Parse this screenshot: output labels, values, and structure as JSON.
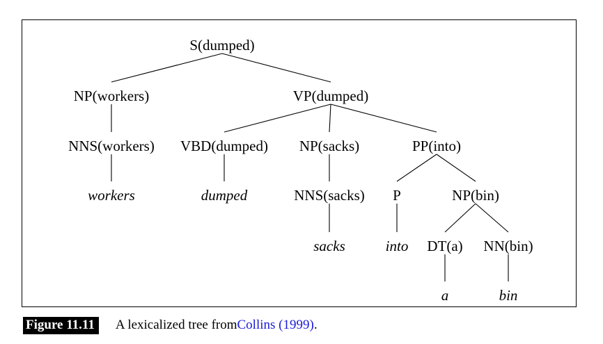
{
  "tree": {
    "nodes": [
      {
        "id": "S",
        "label": "S(dumped)",
        "kind": "phrase"
      },
      {
        "id": "NP1",
        "label": "NP(workers)",
        "kind": "phrase"
      },
      {
        "id": "VP",
        "label": "VP(dumped)",
        "kind": "phrase"
      },
      {
        "id": "NNS1",
        "label": "NNS(workers)",
        "kind": "phrase"
      },
      {
        "id": "VBD",
        "label": "VBD(dumped)",
        "kind": "phrase"
      },
      {
        "id": "NP2",
        "label": "NP(sacks)",
        "kind": "phrase"
      },
      {
        "id": "PP",
        "label": "PP(into)",
        "kind": "phrase"
      },
      {
        "id": "w_workers",
        "label": "workers",
        "kind": "word"
      },
      {
        "id": "w_dumped",
        "label": "dumped",
        "kind": "word"
      },
      {
        "id": "NNS2",
        "label": "NNS(sacks)",
        "kind": "phrase"
      },
      {
        "id": "P",
        "label": "P",
        "kind": "phrase"
      },
      {
        "id": "NP3",
        "label": "NP(bin)",
        "kind": "phrase"
      },
      {
        "id": "w_sacks",
        "label": "sacks",
        "kind": "word"
      },
      {
        "id": "w_into",
        "label": "into",
        "kind": "word"
      },
      {
        "id": "DT",
        "label": "DT(a)",
        "kind": "phrase"
      },
      {
        "id": "NN",
        "label": "NN(bin)",
        "kind": "phrase"
      },
      {
        "id": "w_a",
        "label": "a",
        "kind": "word"
      },
      {
        "id": "w_bin",
        "label": "bin",
        "kind": "word"
      }
    ],
    "edges": [
      [
        "S",
        "NP1"
      ],
      [
        "S",
        "VP"
      ],
      [
        "NP1",
        "NNS1"
      ],
      [
        "NNS1",
        "w_workers"
      ],
      [
        "VP",
        "VBD"
      ],
      [
        "VP",
        "NP2"
      ],
      [
        "VP",
        "PP"
      ],
      [
        "VBD",
        "w_dumped"
      ],
      [
        "NP2",
        "NNS2"
      ],
      [
        "NNS2",
        "w_sacks"
      ],
      [
        "PP",
        "P"
      ],
      [
        "PP",
        "NP3"
      ],
      [
        "P",
        "w_into"
      ],
      [
        "NP3",
        "DT"
      ],
      [
        "NP3",
        "NN"
      ],
      [
        "DT",
        "w_a"
      ],
      [
        "NN",
        "w_bin"
      ]
    ]
  },
  "caption": {
    "figure_label": "Figure 11.11",
    "text": "A lexicalized tree from ",
    "citation": "Collins (1999)",
    "end": "."
  },
  "colors": {
    "citation_link": "#1a1ad6",
    "label_bg": "#000000"
  }
}
